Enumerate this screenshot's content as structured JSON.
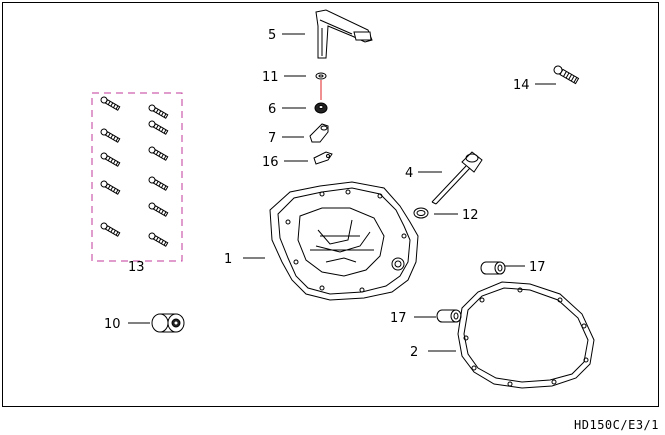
{
  "diagram_id": "HD150C/E3/1",
  "callouts": {
    "c1": "1",
    "c2": "2",
    "c4": "4",
    "c5": "5",
    "c6": "6",
    "c7": "7",
    "c10": "10",
    "c11": "11",
    "c12": "12",
    "c13": "13",
    "c14": "14",
    "c16": "16",
    "c17a": "17",
    "c17b": "17"
  },
  "colors": {
    "line": "#000000",
    "group_box": "#c0399a",
    "accent": "#e02020"
  }
}
